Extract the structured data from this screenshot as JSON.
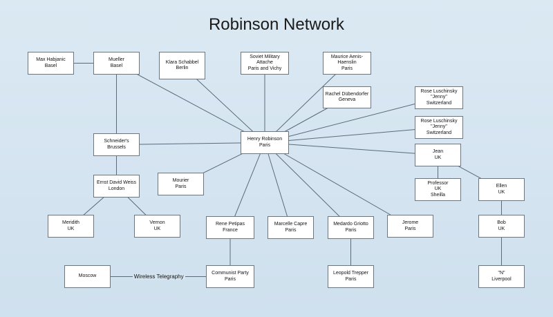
{
  "title": "Robinson Network",
  "nodes": [
    {
      "id": "habjanic",
      "lines": [
        "Max Habjanic",
        "Basel"
      ]
    },
    {
      "id": "mueller",
      "lines": [
        "Mueller",
        "Basel"
      ]
    },
    {
      "id": "schabbel",
      "lines": [
        "Klara Schabbel",
        "Berlin"
      ]
    },
    {
      "id": "soviet",
      "lines": [
        "Soviet Military Attache",
        "Paris and Vichy"
      ]
    },
    {
      "id": "aenis",
      "lines": [
        "Maurice Aenis-Haenslin",
        "Paris"
      ]
    },
    {
      "id": "dubendorfer",
      "lines": [
        "Rachel Dübendorfer",
        "Geneva"
      ]
    },
    {
      "id": "rose1",
      "lines": [
        "Rose Luschinsky",
        "\"Jenny\"",
        "Switzerland"
      ]
    },
    {
      "id": "rose2",
      "lines": [
        "Rose Luschinsky",
        "\"Jenny\"",
        "Switzerland"
      ]
    },
    {
      "id": "schneider",
      "lines": [
        "Schneider's",
        "Brussels"
      ]
    },
    {
      "id": "robinson",
      "lines": [
        "Henry Robinson",
        "Paris"
      ]
    },
    {
      "id": "jean",
      "lines": [
        "Jean",
        "UK"
      ]
    },
    {
      "id": "weiss",
      "lines": [
        "Ernst David Weiss",
        "London"
      ]
    },
    {
      "id": "mourier",
      "lines": [
        "Mourier",
        "Paris"
      ]
    },
    {
      "id": "professor",
      "lines": [
        "Professor",
        "UK",
        "Sheilla"
      ]
    },
    {
      "id": "ellen",
      "lines": [
        "Ellen",
        "UK"
      ]
    },
    {
      "id": "meridith",
      "lines": [
        "Meridith",
        "UK"
      ]
    },
    {
      "id": "vernon",
      "lines": [
        "Vernon",
        "UK"
      ]
    },
    {
      "id": "petipas",
      "lines": [
        "Rene Petipas",
        "France"
      ]
    },
    {
      "id": "capre",
      "lines": [
        "Marcelle Capre",
        "Paris"
      ]
    },
    {
      "id": "griotto",
      "lines": [
        "Medardo Griotto",
        "Paris"
      ]
    },
    {
      "id": "jerome",
      "lines": [
        "Jerome",
        "Paris"
      ]
    },
    {
      "id": "bob",
      "lines": [
        "Bob",
        "UK"
      ]
    },
    {
      "id": "moscow",
      "lines": [
        "Moscow"
      ]
    },
    {
      "id": "communist",
      "lines": [
        "Communist Party",
        "Paris"
      ]
    },
    {
      "id": "trepper",
      "lines": [
        "Leopold Trepper",
        "Paris"
      ]
    },
    {
      "id": "n",
      "lines": [
        "\"N\"",
        "Liverpool"
      ]
    }
  ],
  "edges": [
    {
      "from": "habjanic",
      "to": "mueller"
    },
    {
      "from": "mueller",
      "to": "schneider"
    },
    {
      "from": "mueller",
      "to": "robinson"
    },
    {
      "from": "schabbel",
      "to": "robinson"
    },
    {
      "from": "soviet",
      "to": "robinson"
    },
    {
      "from": "aenis",
      "to": "robinson"
    },
    {
      "from": "dubendorfer",
      "to": "robinson"
    },
    {
      "from": "rose1",
      "to": "robinson"
    },
    {
      "from": "rose2",
      "to": "robinson"
    },
    {
      "from": "jean",
      "to": "robinson"
    },
    {
      "from": "schneider",
      "to": "robinson"
    },
    {
      "from": "schneider",
      "to": "weiss"
    },
    {
      "from": "mourier",
      "to": "robinson"
    },
    {
      "from": "petipas",
      "to": "robinson"
    },
    {
      "from": "capre",
      "to": "robinson"
    },
    {
      "from": "griotto",
      "to": "robinson"
    },
    {
      "from": "jerome",
      "to": "robinson"
    },
    {
      "from": "weiss",
      "to": "meridith"
    },
    {
      "from": "weiss",
      "to": "vernon"
    },
    {
      "from": "jean",
      "to": "professor"
    },
    {
      "from": "jean",
      "to": "ellen"
    },
    {
      "from": "ellen",
      "to": "bob"
    },
    {
      "from": "bob",
      "to": "n"
    },
    {
      "from": "petipas",
      "to": "communist"
    },
    {
      "from": "griotto",
      "to": "trepper"
    },
    {
      "from": "moscow",
      "to": "communist",
      "label": "Wireless Telegraphy"
    }
  ]
}
